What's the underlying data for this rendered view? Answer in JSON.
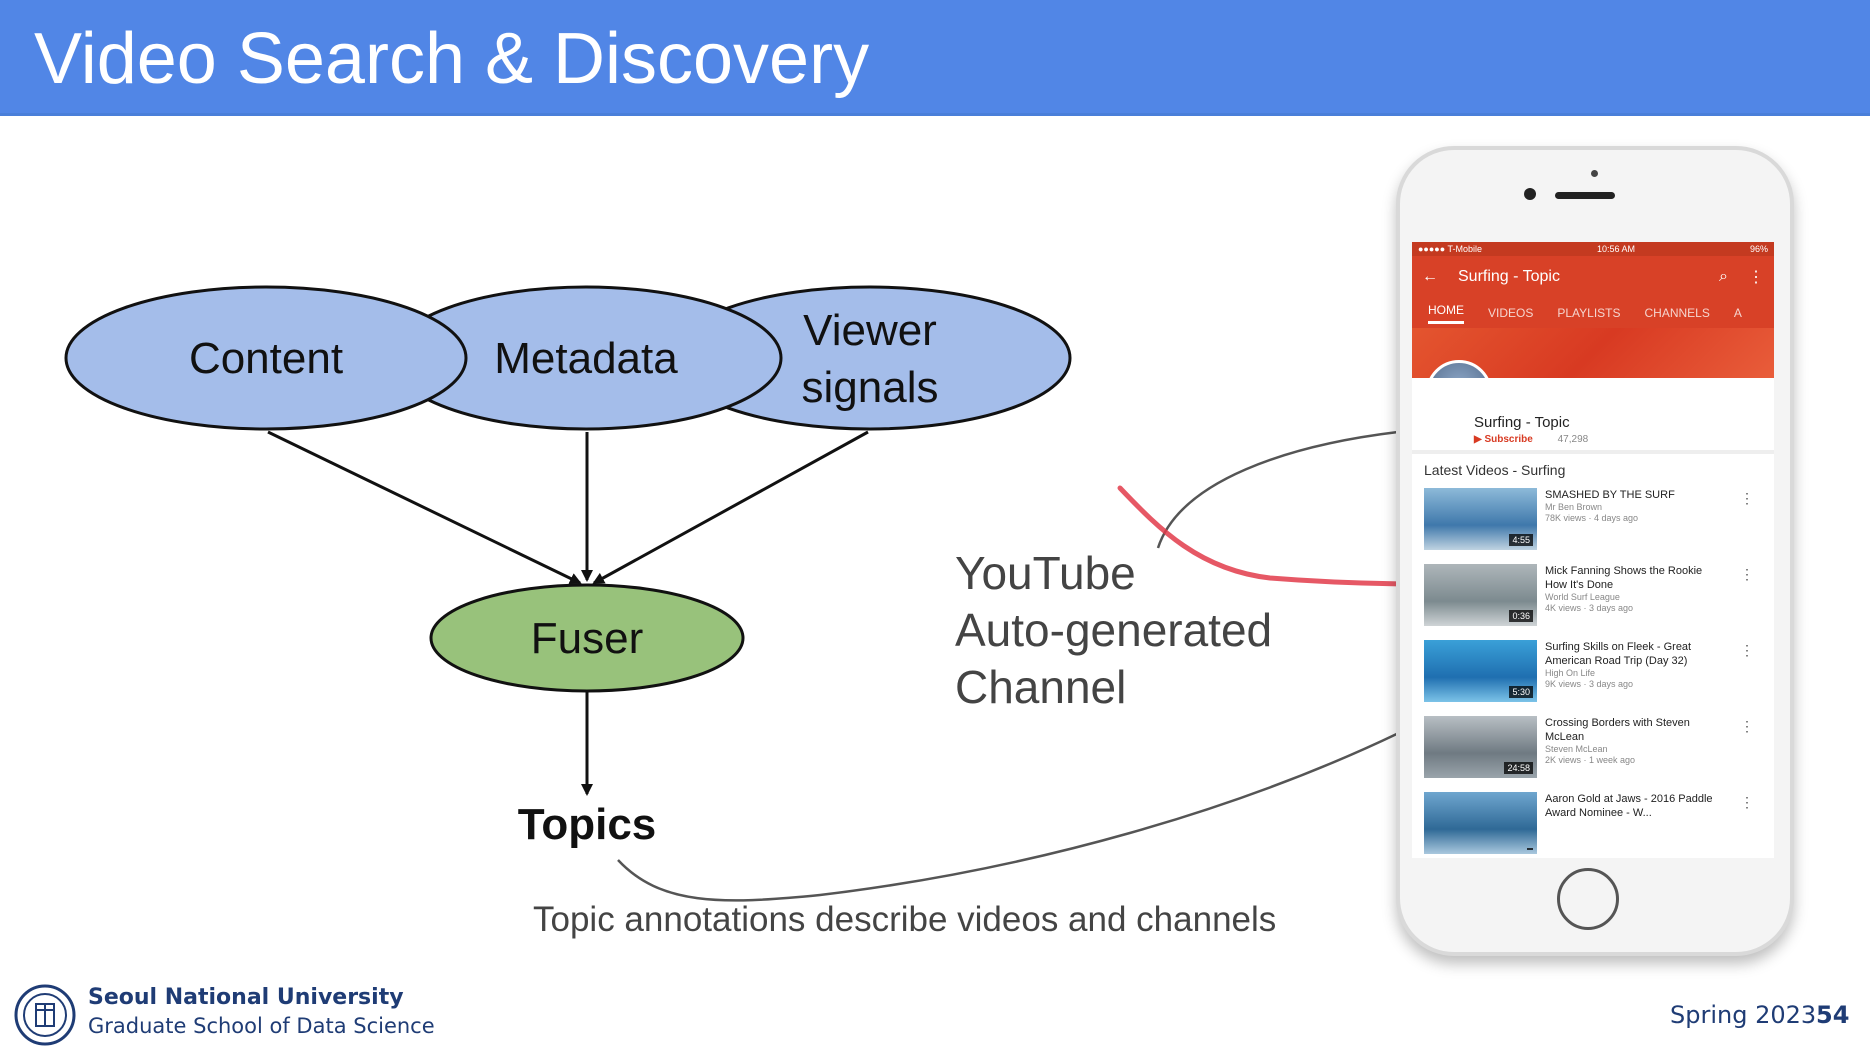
{
  "slide": {
    "title": "Video Search & Discovery"
  },
  "diagram": {
    "nodes": {
      "content": "Content",
      "metadata": "Metadata",
      "viewer_line1": "Viewer",
      "viewer_line2": "signals",
      "fuser": "Fuser",
      "topics": "Topics"
    },
    "colors": {
      "input_fill": "#a4bdea",
      "fuser_fill": "#98c27b",
      "stroke": "#111111",
      "highlight": "#e23b4a"
    }
  },
  "annotations": {
    "youtube_line1": "YouTube",
    "youtube_line2": "Auto-generated",
    "youtube_line3": "Channel",
    "caption": "Topic annotations describe videos and channels"
  },
  "phone": {
    "status": {
      "carrier": "●●●●● T-Mobile",
      "time": "10:56 AM",
      "battery": "96%"
    },
    "appbar_title": "Surfing - Topic",
    "tabs": [
      "HOME",
      "VIDEOS",
      "PLAYLISTS",
      "CHANNELS",
      "A"
    ],
    "channel_name": "Surfing - Topic",
    "subscribe_label": "Subscribe",
    "subscriber_count": "47,298",
    "latest_title": "Latest Videos - Surfing",
    "videos": [
      {
        "title": "SMASHED BY THE SURF",
        "channel": "Mr Ben Brown",
        "meta": "78K views · 4 days ago",
        "duration": "4:55"
      },
      {
        "title": "Mick Fanning Shows the Rookie How It's Done",
        "channel": "World Surf League",
        "meta": "4K views · 3 days ago",
        "duration": "0:36"
      },
      {
        "title": "Surfing Skills on Fleek - Great American Road Trip (Day 32)",
        "channel": "High On Life",
        "meta": "9K views · 3 days ago",
        "duration": "5:30"
      },
      {
        "title": "Crossing Borders with Steven McLean",
        "channel": "Steven McLean",
        "meta": "2K views · 1 week ago",
        "duration": "24:58"
      },
      {
        "title": "Aaron Gold at Jaws - 2016 Paddle Award Nominee - W...",
        "channel": "",
        "meta": "",
        "duration": ""
      }
    ]
  },
  "footer": {
    "university": "Seoul National University",
    "school": "Graduate School of Data Science",
    "term": "Spring 2023",
    "page": "54"
  }
}
